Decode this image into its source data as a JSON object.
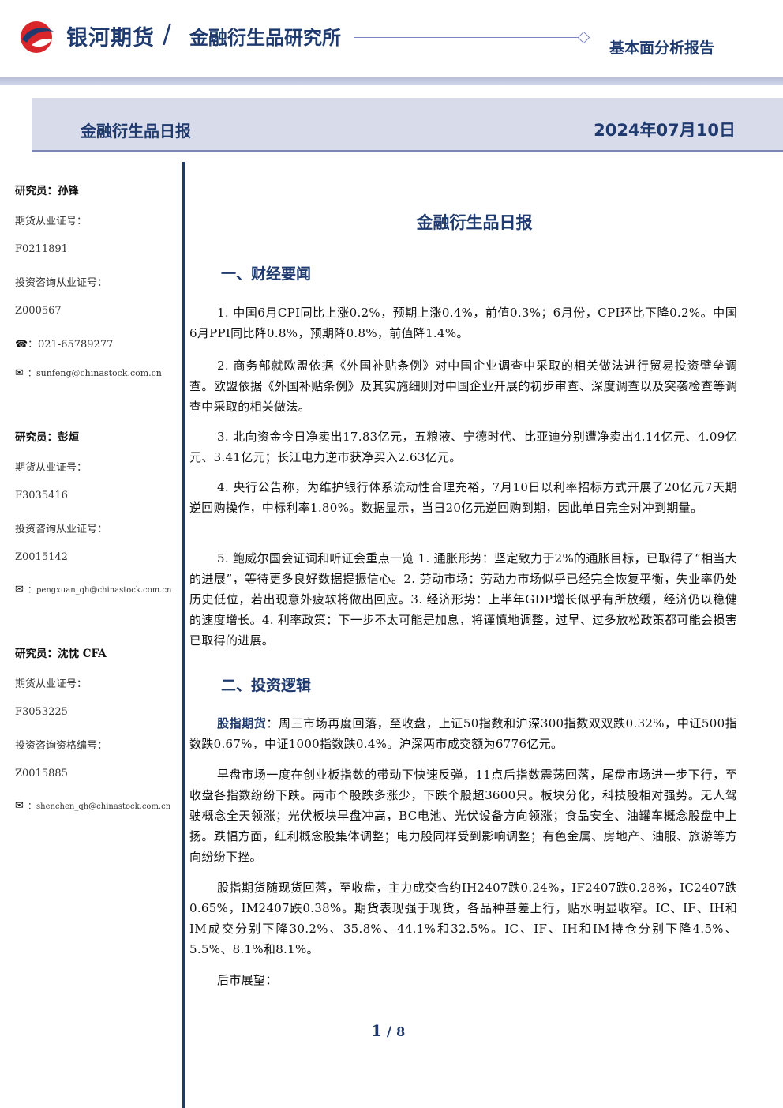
{
  "header": {
    "brand": "银河期货",
    "slash": "/",
    "institute": "金融衍生品研究所",
    "report_type": "基本面分析报告"
  },
  "title_band": {
    "name": "金融衍生品日报",
    "date": "2024年07月10日"
  },
  "researchers": [
    {
      "role": "研究员：孙锋",
      "cert_label": "期货从业证号：",
      "cert": "F0211891",
      "consult_label": "投资咨询从业证号：",
      "consult": "Z000567",
      "phone": "：021-65789277",
      "email": "sunfeng@chinastock.com.cn"
    },
    {
      "role": "研究员：彭烜",
      "cert_label": "期货从业证号：",
      "cert": "F3035416",
      "consult_label": "投资咨询从业证号：",
      "consult": "Z0015142",
      "email": "pengxuan_qh@chinastock.com.cn"
    },
    {
      "role": "研究员：沈忱  CFA",
      "cert_label": "期货从业证号：",
      "cert": "F3053225",
      "consult_label": "投资咨询资格编号：",
      "consult": "Z0015885",
      "email": "shenchen_qh@chinastock.com.cn"
    }
  ],
  "doc_title": "金融衍生品日报",
  "section1": {
    "heading": "一、财经要闻",
    "items": [
      "1. 中国6月CPI同比上涨0.2%，预期上涨0.4%，前值0.3%；6月份，CPI环比下降0.2%。中国6月PPI同比降0.8%，预期降0.8%，前值降1.4%。",
      "2. 商务部就欧盟依据《外国补贴条例》对中国企业调查中采取的相关做法进行贸易投资壁垒调查。欧盟依据《外国补贴条例》及其实施细则对中国企业开展的初步审查、深度调查以及突袭检查等调查中采取的相关做法。",
      "3. 北向资金今日净卖出17.83亿元，五粮液、宁德时代、比亚迪分别遭净卖出4.14亿元、4.09亿元、3.41亿元；长江电力逆市获净买入2.63亿元。",
      "4. 央行公告称，为维护银行体系流动性合理充裕，7月10日以利率招标方式开展了20亿元7天期逆回购操作，中标利率1.80%。数据显示，当日20亿元逆回购到期，因此单日完全对冲到期量。",
      "5. 鲍威尔国会证词和听证会重点一览 1. 通胀形势：坚定致力于2%的通胀目标，已取得了“相当大的进展”，等待更多良好数据提振信心。2. 劳动市场：劳动力市场似乎已经完全恢复平衡，失业率仍处历史低位，若出现意外疲软将做出回应。3. 经济形势：上半年GDP增长似乎有所放缓，经济仍以稳健的速度增长。4. 利率政策：下一步不太可能是加息，将谨慎地调整，过早、过多放松政策都可能会损害已取得的进展。"
    ]
  },
  "section2": {
    "heading": "二、投资逻辑",
    "p1_lead": "股指期货",
    "p1_rest": "：周三市场再度回落，至收盘，上证50指数和沪深300指数双双跌0.32%，中证500指数跌0.67%，中证1000指数跌0.4%。沪深两市成交额为6776亿元。",
    "p2": "早盘市场一度在创业板指数的带动下快速反弹，11点后指数震荡回落，尾盘市场进一步下行，至收盘各指数纷纷下跌。两市个股跌多涨少，下跌个股超3600只。板块分化，科技股相对强势。无人驾驶概念全天领涨；光伏板块早盘冲高，BC电池、光伏设备方向领涨；食品安全、油罐车概念股盘中上扬。跌幅方面，红利概念股集体调整；电力股同样受到影响调整；有色金属、房地产、油服、旅游等方向纷纷下挫。",
    "p3": "股指期货随现货回落，至收盘，主力成交合约IH2407跌0.24%，IF2407跌0.28%，IC2407跌0.65%，IM2407跌0.38%。期货表现强于现货，各品种基差上行，贴水明显收窄。IC、IF、IH和IM成交分别下降30.2%、35.8%、44.1%和32.5%。IC、IF、IH和IM持仓分别下降4.5%、5.5%、8.1%和8.1%。",
    "p4": "后市展望："
  },
  "pager": {
    "current": "1",
    "sep": "/",
    "total": "8"
  }
}
